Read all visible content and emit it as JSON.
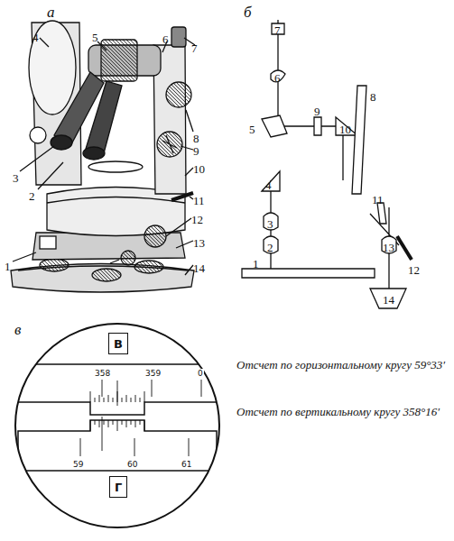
{
  "diagram": {
    "nodes": [
      {
        "text": [
          "В"
        ]
      },
      {
        "text": [
          "Г"
        ]
      }
    ],
    "labels": [
      "а",
      "4",
      "5",
      "6",
      "7",
      "8",
      "3",
      "9",
      "2",
      "10",
      "11",
      "1",
      "12",
      "13",
      "14",
      "б",
      "7",
      "6",
      "8",
      "5",
      "9",
      "10",
      "4",
      "11",
      "3",
      "12",
      "2",
      "13",
      "1",
      "14",
      "в",
      "358",
      "359",
      "0",
      "59",
      "60",
      "61",
      "Отсчет по горизонтальному кругу 59°33′",
      "Отсчет по вертикальному кругу 358°16′"
    ]
  }
}
